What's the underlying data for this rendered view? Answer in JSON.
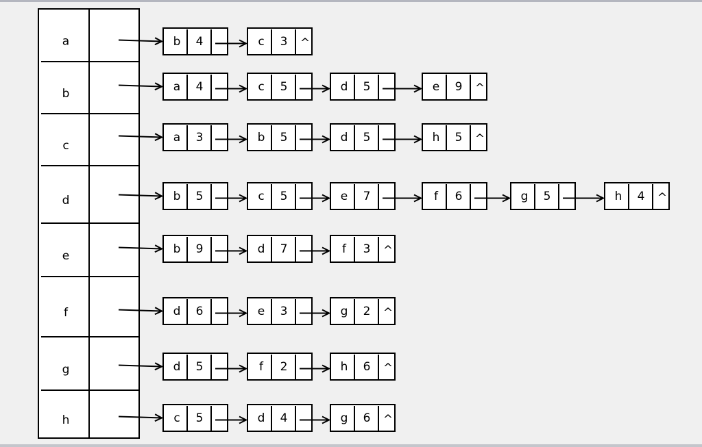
{
  "diagram": {
    "type": "adjacency-list",
    "null_symbol": "^",
    "rows": [
      {
        "vertex": "a",
        "edges": [
          [
            "b",
            "4"
          ],
          [
            "c",
            "3"
          ]
        ]
      },
      {
        "vertex": "b",
        "edges": [
          [
            "a",
            "4"
          ],
          [
            "c",
            "5"
          ],
          [
            "d",
            "5"
          ],
          [
            "e",
            "9"
          ]
        ]
      },
      {
        "vertex": "c",
        "edges": [
          [
            "a",
            "3"
          ],
          [
            "b",
            "5"
          ],
          [
            "d",
            "5"
          ],
          [
            "h",
            "5"
          ]
        ]
      },
      {
        "vertex": "d",
        "edges": [
          [
            "b",
            "5"
          ],
          [
            "c",
            "5"
          ],
          [
            "e",
            "7"
          ],
          [
            "f",
            "6"
          ],
          [
            "g",
            "5"
          ],
          [
            "h",
            "4"
          ]
        ]
      },
      {
        "vertex": "e",
        "edges": [
          [
            "b",
            "9"
          ],
          [
            "d",
            "7"
          ],
          [
            "f",
            "3"
          ]
        ]
      },
      {
        "vertex": "f",
        "edges": [
          [
            "d",
            "6"
          ],
          [
            "e",
            "3"
          ],
          [
            "g",
            "2"
          ]
        ]
      },
      {
        "vertex": "g",
        "edges": [
          [
            "d",
            "5"
          ],
          [
            "f",
            "2"
          ],
          [
            "h",
            "6"
          ]
        ]
      },
      {
        "vertex": "h",
        "edges": [
          [
            "c",
            "5"
          ],
          [
            "d",
            "4"
          ],
          [
            "g",
            "6"
          ]
        ]
      }
    ]
  }
}
